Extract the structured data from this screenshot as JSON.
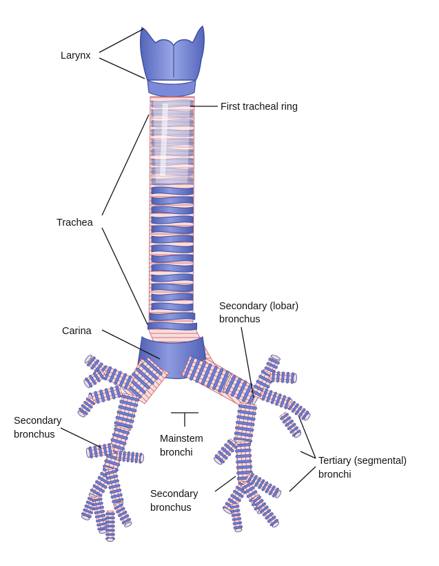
{
  "figure": {
    "labels": {
      "larynx": "Larynx",
      "first_tracheal_ring": "First tracheal ring",
      "trachea": "Trachea",
      "carina": "Carina",
      "secondary_lobar_line1": "Secondary (lobar)",
      "secondary_lobar_line2": "bronchus",
      "secondary_left_line1": "Secondary",
      "secondary_left_line2": "bronchus",
      "mainstem_line1": "Mainstem",
      "mainstem_line2": "bronchi",
      "secondary_bottom_line1": "Secondary",
      "secondary_bottom_line2": "bronchus",
      "tertiary_line1": "Tertiary (segmental)",
      "tertiary_line2": "bronchi"
    },
    "colors": {
      "cartilage": "#6d7fd0",
      "cartilage_dark": "#4d5db0",
      "cartilage_light": "#a9b5ea",
      "membrane": "#f6d4d4",
      "membrane_lines": "#d96a6a",
      "leader_line": "#111111"
    }
  }
}
